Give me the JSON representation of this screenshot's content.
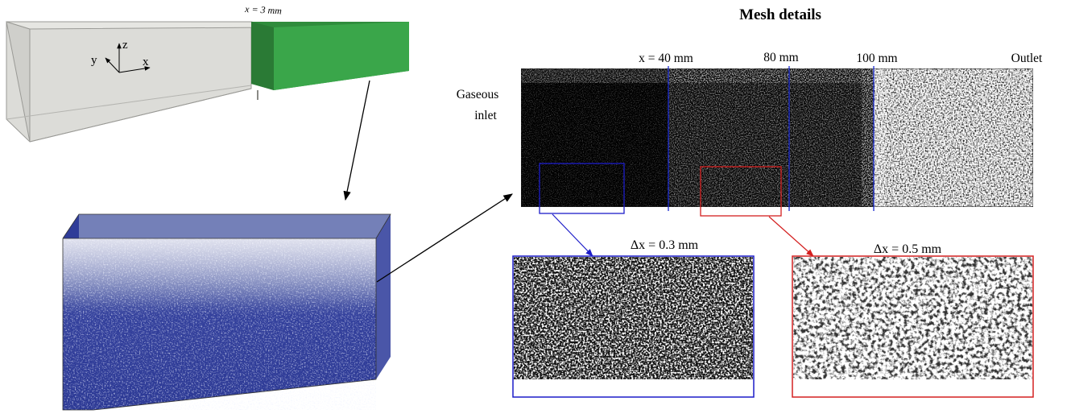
{
  "figure": {
    "title": "Mesh details",
    "top_block": {
      "position_label": "x = 3 mm",
      "axes": {
        "z": "z",
        "y": "y",
        "x": "x"
      }
    },
    "mesh_strip": {
      "inlet_label_line1": "Gaseous",
      "inlet_label_line2": "inlet",
      "outlet_label": "Outlet",
      "markers": [
        "x = 40 mm",
        "80 mm",
        "100 mm"
      ]
    },
    "zoom_left": {
      "label": "Δx = 0.3 mm",
      "frame_color": "#1c1cc8"
    },
    "zoom_right": {
      "label": "Δx = 0.5 mm",
      "frame_color": "#d42020"
    },
    "colors": {
      "block_grey": "#d4d4d0",
      "block_green": "#3aa64a",
      "mesh_blue": "#2d3a9a",
      "marker_blue": "#1a2ad0"
    }
  }
}
